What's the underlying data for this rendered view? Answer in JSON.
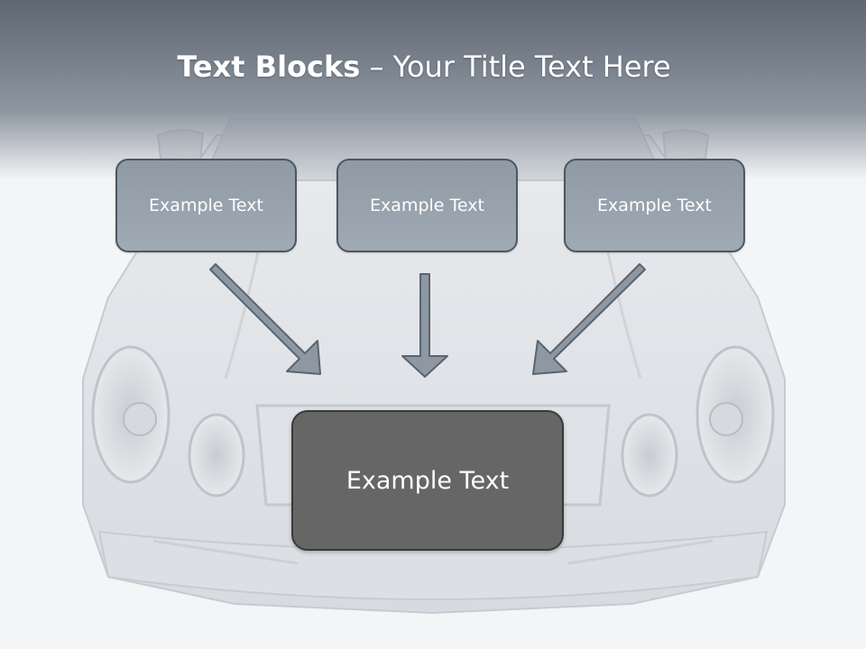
{
  "title": {
    "bold": "Text Blocks",
    "rest": " – Your Title Text Here"
  },
  "blocks": [
    {
      "label": "Example Text"
    },
    {
      "label": "Example Text"
    },
    {
      "label": "Example Text"
    }
  ],
  "main_block": {
    "label": "Example Text"
  },
  "colors": {
    "title_band": "#7c8590",
    "small_box_fill": "#9aa4ae",
    "small_box_border": "#4d5762",
    "main_box_fill": "#666666",
    "arrow_fill": "#8e98a2",
    "arrow_stroke": "#5a646e"
  }
}
